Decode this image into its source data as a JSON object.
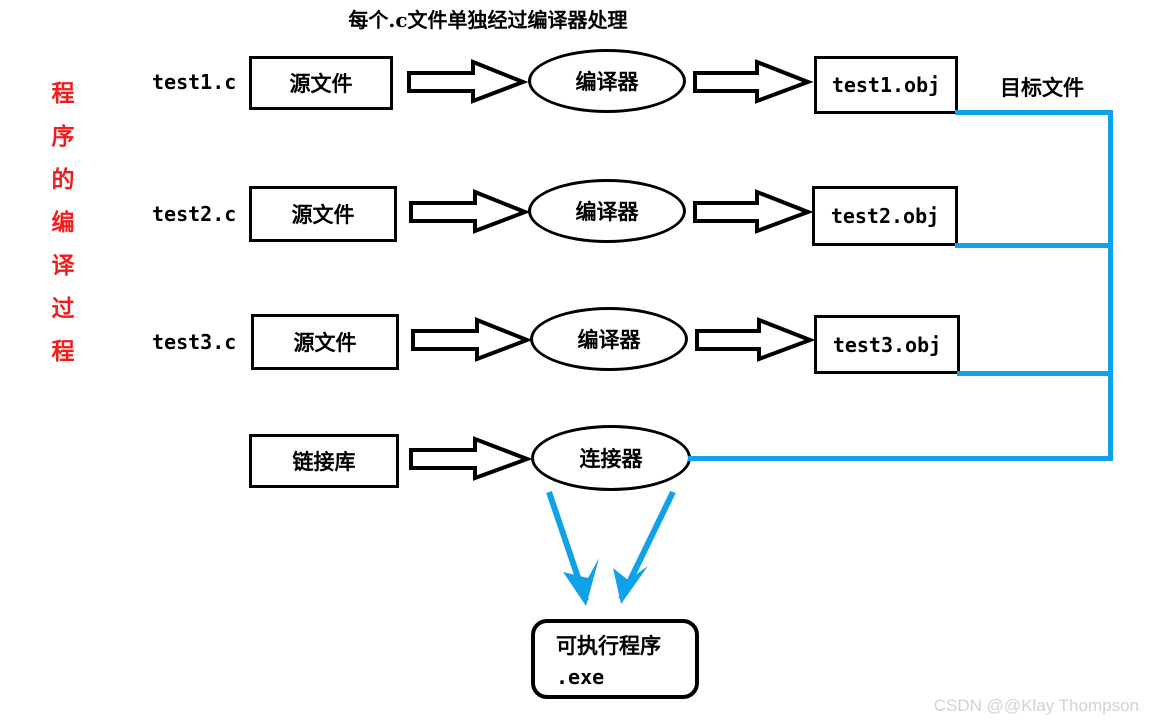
{
  "diagram": {
    "title": "每个.c文件单独经过编译器处理",
    "vertical_caption": [
      "程",
      "序",
      "的",
      "编",
      "译",
      "过",
      "程"
    ],
    "vertical_caption_text": "程序的编译过程",
    "target_files_label": "目标文件",
    "watermark": "CSDN @@Klay Thompson",
    "colors": {
      "outline": "#000000",
      "caption_red": "#ef1d1d",
      "connector_blue": "#10a2e8",
      "watermark_gray": "#d2d2d2",
      "background": "#ffffff"
    }
  },
  "rows": [
    {
      "source_label": "test1.c",
      "source_box": "源文件",
      "processor": "编译器",
      "object_box": "test1.obj"
    },
    {
      "source_label": "test2.c",
      "source_box": "源文件",
      "processor": "编译器",
      "object_box": "test2.obj"
    },
    {
      "source_label": "test3.c",
      "source_box": "源文件",
      "processor": "编译器",
      "object_box": "test3.obj"
    }
  ],
  "link_row": {
    "library_box": "链接库",
    "linker": "连接器"
  },
  "output": {
    "line1": "可执行程序",
    "line2": ".exe"
  }
}
